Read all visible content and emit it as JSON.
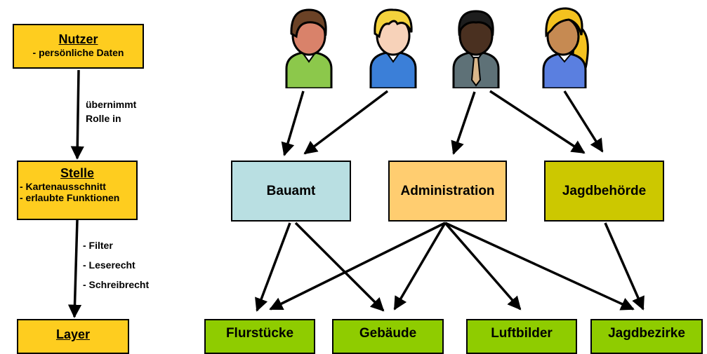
{
  "legend": {
    "nutzer": {
      "title": "Nutzer",
      "lines": [
        "- persönliche Daten"
      ]
    },
    "stelle": {
      "title": "Stelle",
      "lines": [
        "- Kartenausschnitt",
        "- erlaubte Funktionen"
      ]
    },
    "layer": {
      "title": "Layer"
    },
    "edge_nutzer_stelle": [
      "übernimmt",
      "Rolle in"
    ],
    "edge_stelle_layer": [
      "- Filter",
      "- Leserecht",
      "- Schreibrecht"
    ]
  },
  "stellen": [
    {
      "label": "Bauamt",
      "color": "#b9dfe2"
    },
    {
      "label": "Administration",
      "color": "#ffcd70"
    },
    {
      "label": "Jagdbehörde",
      "color": "#ccc800"
    }
  ],
  "layers": [
    {
      "label": "Flurstücke",
      "color": "#8fcc00"
    },
    {
      "label": "Gebäude",
      "color": "#8fcc00"
    },
    {
      "label": "Luftbilder",
      "color": "#8fcc00"
    },
    {
      "label": "Jagdbezirke",
      "color": "#8fcc00"
    }
  ],
  "users": [
    {
      "icon": "user-brown-hair-green-shirt-icon"
    },
    {
      "icon": "user-blond-hair-blue-shirt-icon"
    },
    {
      "icon": "user-dark-skin-suit-icon"
    },
    {
      "icon": "user-long-blond-hair-woman-icon"
    }
  ]
}
